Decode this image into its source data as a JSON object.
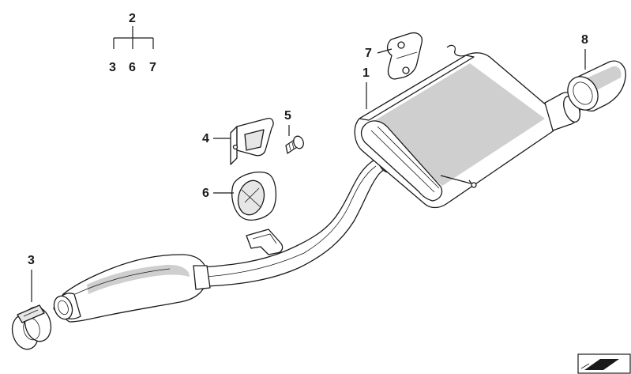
{
  "diagram": {
    "callouts": {
      "kit": "2",
      "kit_sub_a": "3",
      "kit_sub_b": "6",
      "kit_sub_c": "7",
      "muffler": "1",
      "hanger_top": "7",
      "tailpipe_trim": "8",
      "bracket": "4",
      "screw": "5",
      "rubber_mount": "6",
      "clamp": "3"
    },
    "colors": {
      "line": "#1a1a1a",
      "part_fill": "#ffffff",
      "part_shade": "#cfcfcf"
    }
  }
}
